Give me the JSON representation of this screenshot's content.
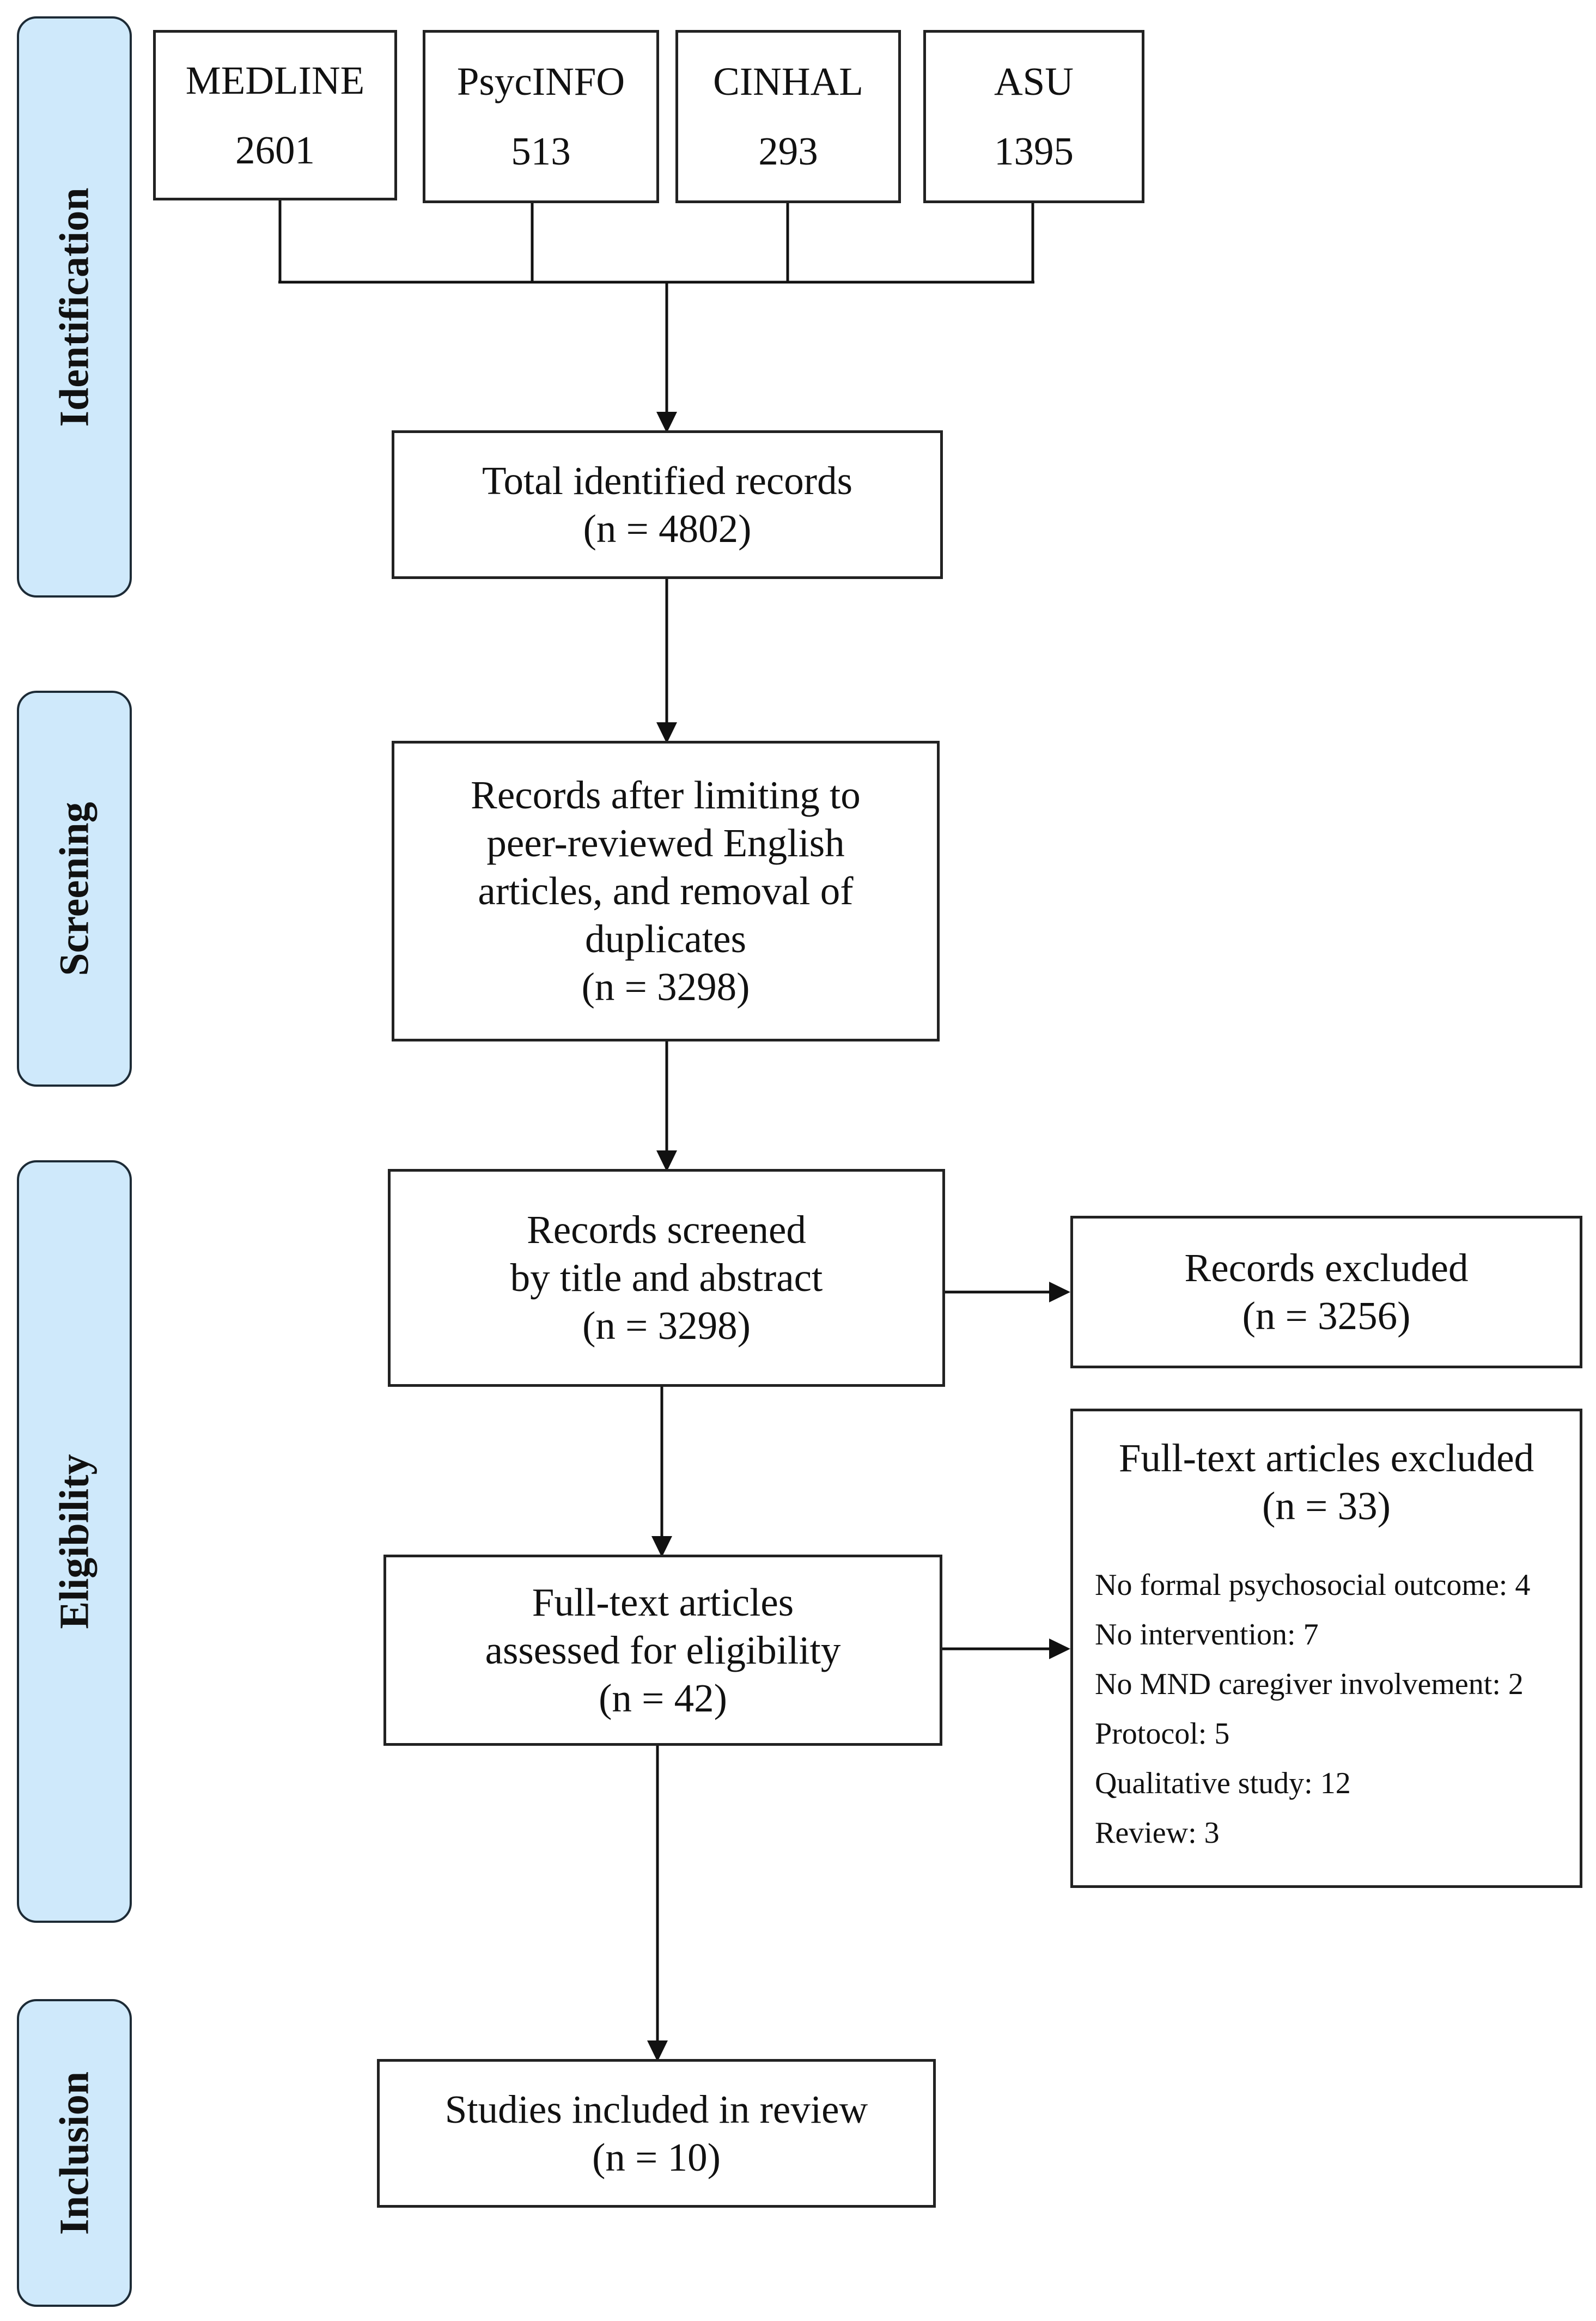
{
  "stages": [
    {
      "id": "identification",
      "label": "Identification"
    },
    {
      "id": "screening",
      "label": "Screening"
    },
    {
      "id": "eligibility",
      "label": "Eligibility"
    },
    {
      "id": "inclusion",
      "label": "Inclusion"
    }
  ],
  "databases": [
    {
      "name": "MEDLINE",
      "count": "2601"
    },
    {
      "name": "PsycINFO",
      "count": "513"
    },
    {
      "name": "CINHAL",
      "count": "293"
    },
    {
      "name": "ASU",
      "count": "1395"
    }
  ],
  "total_records": {
    "label": "Total identified records",
    "n": "(n = 4802)"
  },
  "limited_records": {
    "lines": [
      "Records after limiting to",
      "peer-reviewed English",
      "articles, and removal of",
      "duplicates"
    ],
    "n": "(n = 3298)"
  },
  "screened_records": {
    "lines": [
      "Records screened",
      "by title and abstract"
    ],
    "n": "(n = 3298)"
  },
  "excluded_records": {
    "label": "Records excluded",
    "n": "(n = 3256)"
  },
  "fulltext_assessed": {
    "lines": [
      "Full-text articles",
      "assessed for eligibility"
    ],
    "n": "(n = 42)"
  },
  "fulltext_excluded": {
    "label": "Full-text articles excluded",
    "n": "(n = 33)",
    "reasons": [
      "No formal psychosocial outcome: 4",
      "No intervention: 7",
      "No MND caregiver involvement: 2",
      "Protocol: 5",
      "Qualitative study: 12",
      "Review: 3"
    ]
  },
  "included": {
    "label": "Studies included in review",
    "n": "(n = 10)"
  }
}
